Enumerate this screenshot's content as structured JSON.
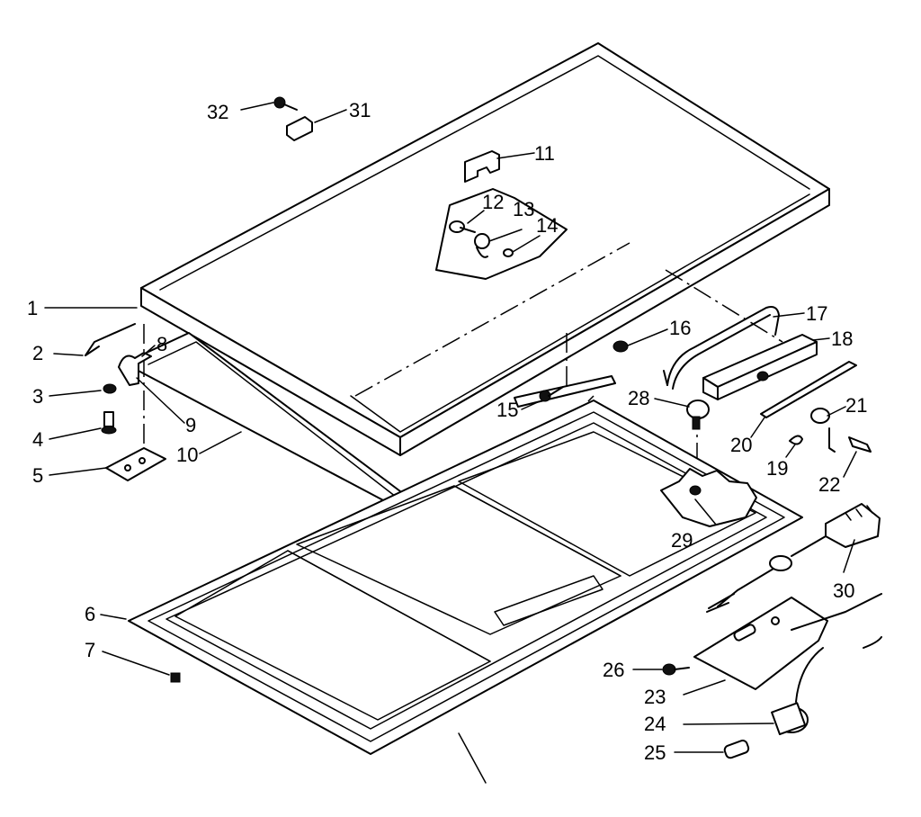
{
  "labels": [
    "1",
    "2",
    "3",
    "4",
    "5",
    "6",
    "7",
    "8",
    "9",
    "10",
    "11",
    "12",
    "13",
    "14",
    "15",
    "16",
    "17",
    "18",
    "19",
    "20",
    "21",
    "22",
    "23",
    "24",
    "25",
    "26",
    "28",
    "29",
    "30",
    "31",
    "32"
  ],
  "colors": {
    "ink": "#000000",
    "paper": "#ffffff"
  }
}
